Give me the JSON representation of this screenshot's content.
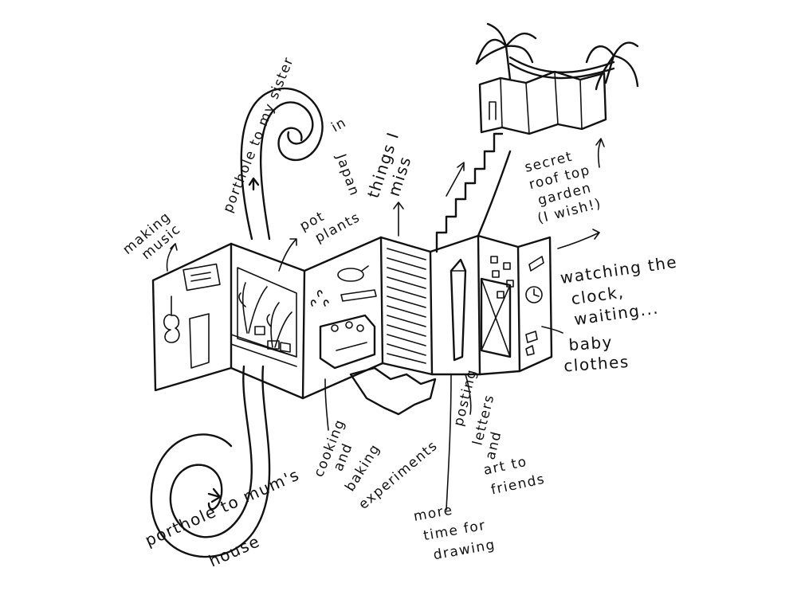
{
  "labels": {
    "making_music": [
      "making",
      "music"
    ],
    "porthole_sister": [
      "porthole to my sister",
      "in",
      "Japan"
    ],
    "pot_plants": [
      "pot",
      "plants"
    ],
    "things_i_miss": [
      "things I",
      "miss"
    ],
    "secret_roof_garden": [
      "secret",
      "roof top",
      "garden",
      "(I wish!)"
    ],
    "watching_clock": [
      "watching the",
      "clock,",
      "waiting..."
    ],
    "baby_clothes": [
      "baby",
      "clothes"
    ],
    "posting_letters": [
      "posting",
      "letters",
      "and",
      "art to",
      "friends"
    ],
    "cooking_baking": [
      "cooking",
      "and",
      "baking",
      "experiments"
    ],
    "more_time_drawing": [
      "more",
      "time for",
      "drawing"
    ],
    "porthole_mum": [
      "porthole to mum's",
      "house"
    ]
  },
  "colors": {
    "ink": "#111111",
    "paper": "#ffffff"
  }
}
